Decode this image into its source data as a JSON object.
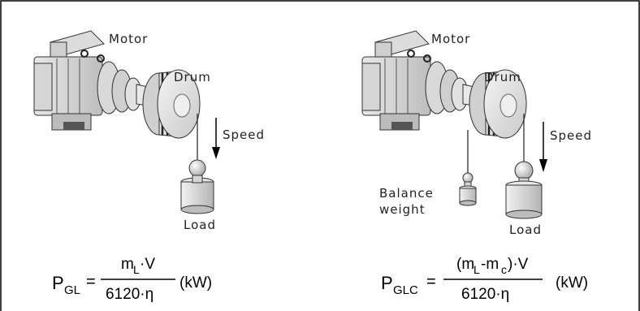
{
  "left": {
    "motor_label": "Motor",
    "drum_label": "Drum",
    "speed_label": "Speed",
    "load_label": "Load",
    "formula": {
      "lhs_main": "P",
      "lhs_sub": "GL",
      "eq": "=",
      "num_a": "m",
      "num_sub": "L",
      "num_b": "·V",
      "den": "6120·η",
      "unit": "(kW)"
    }
  },
  "right": {
    "motor_label": "Motor",
    "drum_label": "Drum",
    "speed_label": "Speed",
    "balance_label_1": "Balance",
    "balance_label_2": "weight",
    "load_label": "Load",
    "formula": {
      "lhs_main": "P",
      "lhs_sub": "GLC",
      "eq": "=",
      "num_a": "(m",
      "num_sub1": "L",
      "num_b": "-m",
      "num_sub2": "c",
      "num_c": ")·V",
      "den": "6120·η",
      "unit": "(kW)"
    }
  }
}
